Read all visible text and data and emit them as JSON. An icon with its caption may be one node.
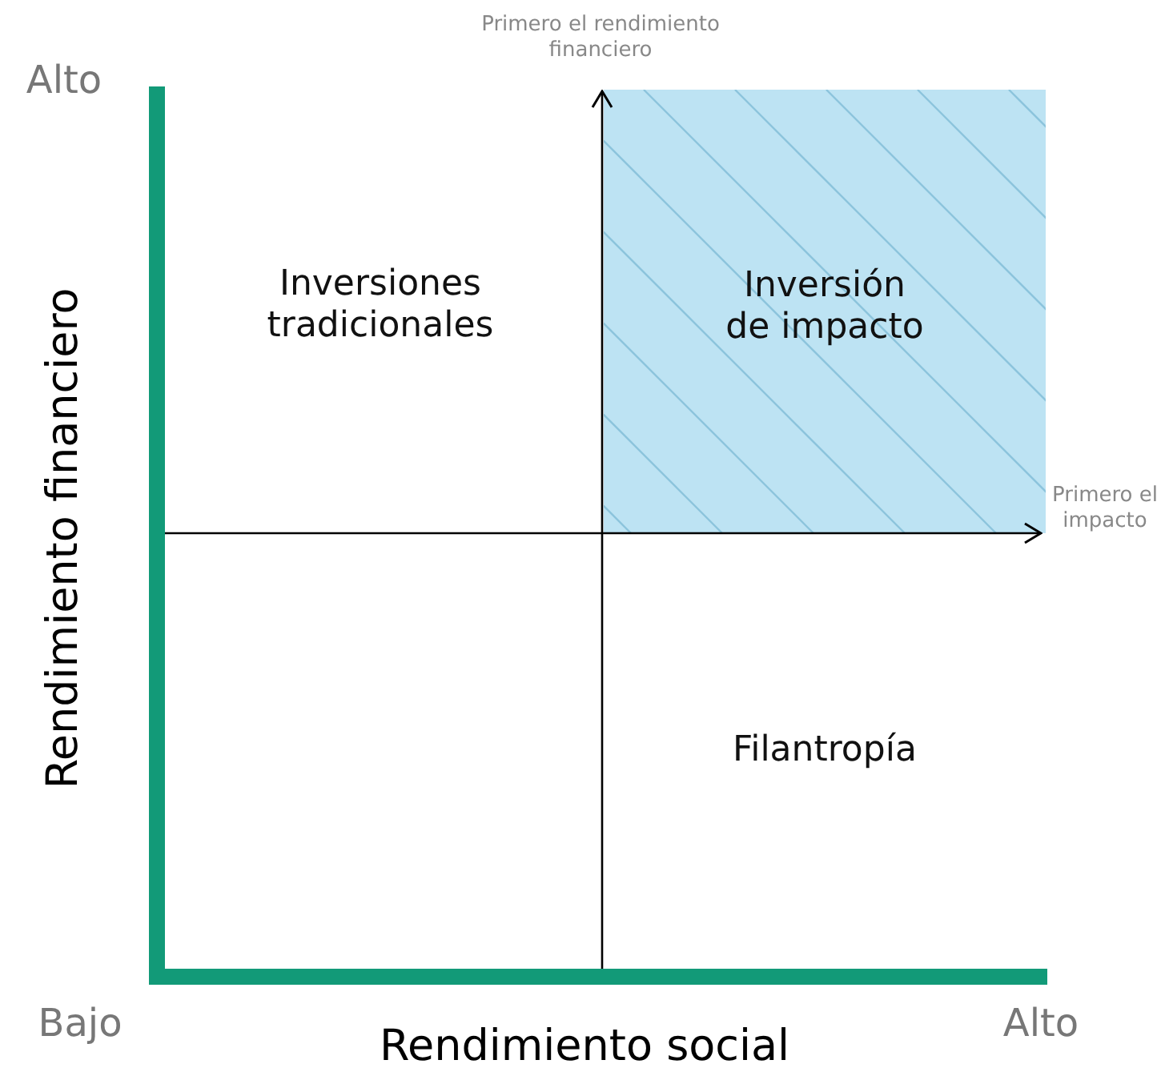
{
  "diagram": {
    "nodes": [
      {
        "text": [
          "Inversión de impacto"
        ]
      }
    ],
    "labels": [
      "Primero el rendimiento financiero",
      "Alto",
      "Inversiones tradicionales",
      "Rendimiento financiero",
      "Primero el impacto",
      "Filantropía",
      "Bajo",
      "Alto",
      "Rendimiento social"
    ]
  }
}
